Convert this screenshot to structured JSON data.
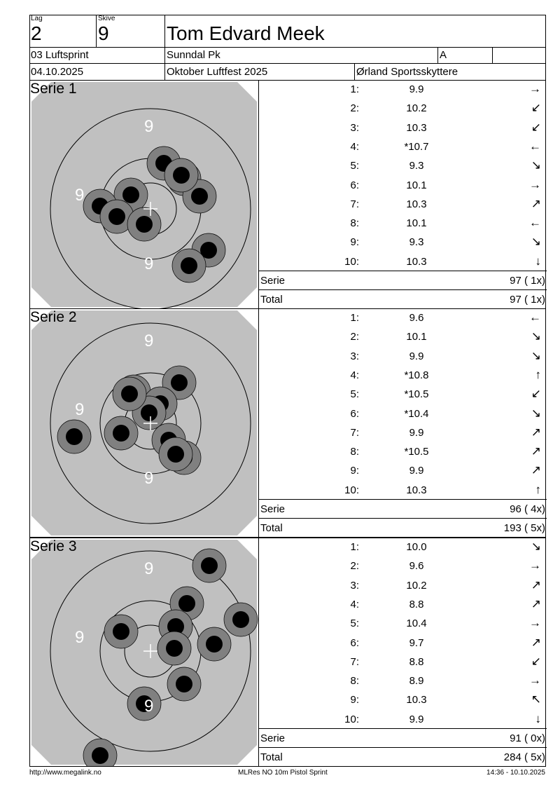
{
  "header": {
    "lag_label": "Lag",
    "lag": "2",
    "skive_label": "Skive",
    "skive": "9",
    "name": "Tom Edvard Meek",
    "class": "03 Luftsprint",
    "club": "Sunndal Pk",
    "group": "A",
    "date": "04.10.2025",
    "event": "Oktober Luftfest 2025",
    "organizer": "Ørland Sportsskyttere"
  },
  "series": [
    {
      "title": "Serie 1",
      "ring_labels": [
        "9",
        "9",
        "9"
      ],
      "shots": [
        {
          "n": "1:",
          "v": "9.9",
          "a": "→"
        },
        {
          "n": "2:",
          "v": "10.2",
          "a": "↙"
        },
        {
          "n": "3:",
          "v": "10.3",
          "a": "↙"
        },
        {
          "n": "4:",
          "v": "*10.7",
          "a": "←"
        },
        {
          "n": "5:",
          "v": "9.3",
          "a": "↘"
        },
        {
          "n": "6:",
          "v": "10.1",
          "a": "→"
        },
        {
          "n": "7:",
          "v": "10.3",
          "a": "↗"
        },
        {
          "n": "8:",
          "v": "10.1",
          "a": "←"
        },
        {
          "n": "9:",
          "v": "9.3",
          "a": "↘"
        },
        {
          "n": "10:",
          "v": "10.3",
          "a": "↓"
        }
      ],
      "serie_label": "Serie",
      "serie_value": "97 ( 1x)",
      "total_label": "Total",
      "total_value": "97 ( 1x)"
    },
    {
      "title": "Serie 2",
      "ring_labels": [
        "9",
        "9",
        "9"
      ],
      "shots": [
        {
          "n": "1:",
          "v": "9.6",
          "a": "←"
        },
        {
          "n": "2:",
          "v": "10.1",
          "a": "↘"
        },
        {
          "n": "3:",
          "v": "9.9",
          "a": "↘"
        },
        {
          "n": "4:",
          "v": "*10.8",
          "a": "↑"
        },
        {
          "n": "5:",
          "v": "*10.5",
          "a": "↙"
        },
        {
          "n": "6:",
          "v": "*10.4",
          "a": "↘"
        },
        {
          "n": "7:",
          "v": "9.9",
          "a": "↗"
        },
        {
          "n": "8:",
          "v": "*10.5",
          "a": "↗"
        },
        {
          "n": "9:",
          "v": "9.9",
          "a": "↗"
        },
        {
          "n": "10:",
          "v": "10.3",
          "a": "↑"
        }
      ],
      "serie_label": "Serie",
      "serie_value": "96 ( 4x)",
      "total_label": "Total",
      "total_value": "193 ( 5x)"
    },
    {
      "title": "Serie 3",
      "ring_labels": [
        "9",
        "9",
        "9"
      ],
      "shots": [
        {
          "n": "1:",
          "v": "10.0",
          "a": "↘"
        },
        {
          "n": "2:",
          "v": "9.6",
          "a": "→"
        },
        {
          "n": "3:",
          "v": "10.2",
          "a": "↗"
        },
        {
          "n": "4:",
          "v": "8.8",
          "a": "↗"
        },
        {
          "n": "5:",
          "v": "10.4",
          "a": "→"
        },
        {
          "n": "6:",
          "v": "9.7",
          "a": "↗"
        },
        {
          "n": "7:",
          "v": "8.8",
          "a": "↙"
        },
        {
          "n": "8:",
          "v": "8.9",
          "a": "→"
        },
        {
          "n": "9:",
          "v": "10.3",
          "a": "↖"
        },
        {
          "n": "10:",
          "v": "9.9",
          "a": "↓"
        }
      ],
      "serie_label": "Serie",
      "serie_value": "91 ( 0x)",
      "total_label": "Total",
      "total_value": "284 ( 5x)"
    }
  ],
  "footer": {
    "url": "http://www.megalink.no",
    "software": "MLRes NO  10m Pistol Sprint",
    "timestamp": "14:36 - 10.10.2025"
  }
}
